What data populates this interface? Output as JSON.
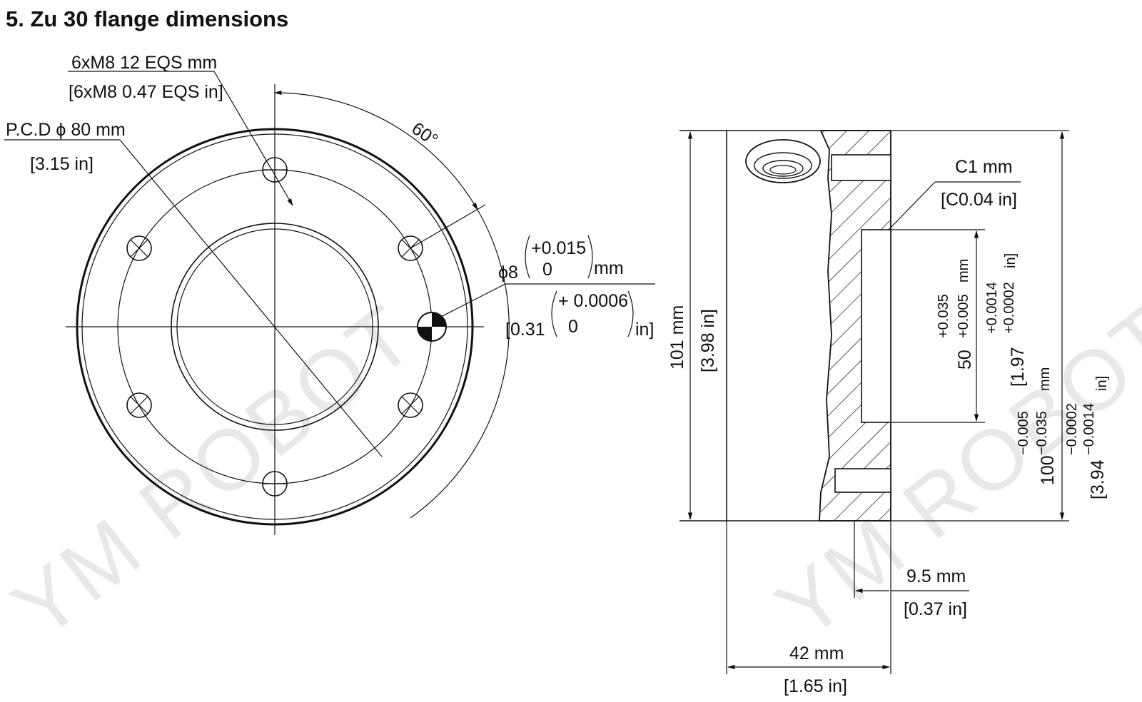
{
  "title": "5.  Zu 30 flange dimensions",
  "watermark": "YM ROBOT",
  "front_view": {
    "holes_mm": "6xM8  12 EQS mm",
    "holes_in": "[6xM8 0.47 EQS in]",
    "pcd_mm": "P.C.D ϕ 80 mm",
    "pcd_in": "[3.15 in]",
    "angle": "60°",
    "pin_prefix_mm": "ϕ8",
    "pin_tol_upper_mm": "+0.015",
    "pin_tol_lower_mm": "0",
    "pin_unit_mm": "mm",
    "pin_prefix_in": "[0.31",
    "pin_tol_upper_in": "+ 0.0006",
    "pin_tol_lower_in": "0",
    "pin_unit_in": "in]"
  },
  "side_view": {
    "chamfer_mm": "C1 mm",
    "chamfer_in": "[C0.04 in]",
    "height_mm": "101 mm",
    "height_in": "[3.98 in]",
    "bore_value": "50",
    "bore_tol_upper_mm": "+0.035",
    "bore_tol_lower_mm": "+0.005",
    "bore_unit_mm": "mm",
    "bore_tol_upper_in": "+0.0014",
    "bore_tol_lower_in": "+0.0002",
    "bore_in_prefix": "[1.97",
    "bore_in_unit": "in]",
    "spigot_value": "100",
    "spigot_tol_upper_mm": "−0.005",
    "spigot_tol_lower_mm": "−0.035",
    "spigot_unit_mm": "mm",
    "spigot_in_prefix": "[3.94",
    "spigot_tol_upper_in": "−0.0002",
    "spigot_tol_lower_in": "−0.0014",
    "spigot_in_unit": "in]",
    "step_mm": "9.5 mm",
    "step_in": "[0.37 in]",
    "width_mm": "42 mm",
    "width_in": "[1.65 in]"
  }
}
